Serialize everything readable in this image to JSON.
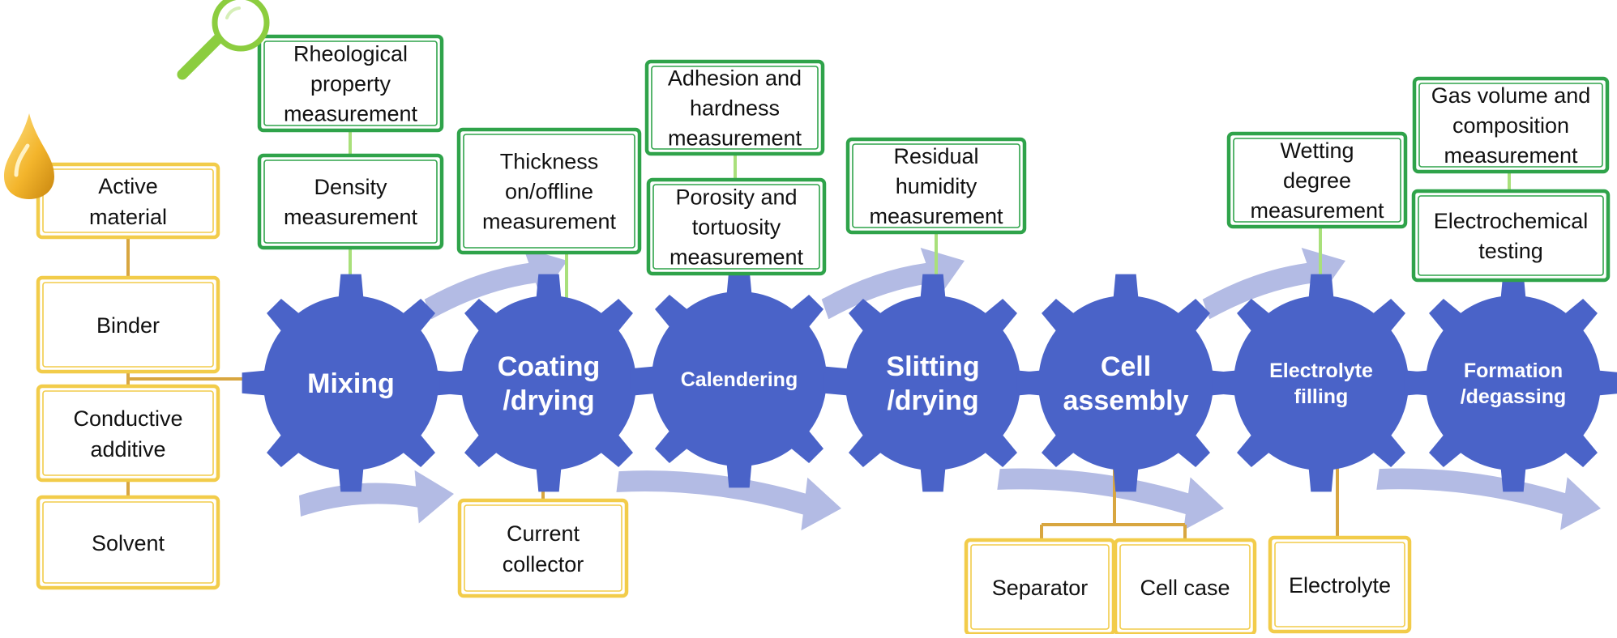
{
  "processes": [
    {
      "label": "Mixing",
      "lines": [
        "Mixing"
      ]
    },
    {
      "label": "Coating /drying",
      "lines": [
        "Coating",
        "/drying"
      ]
    },
    {
      "label": "Calendering",
      "lines": [
        "Calendering"
      ]
    },
    {
      "label": "Slitting /drying",
      "lines": [
        "Slitting",
        "/drying"
      ]
    },
    {
      "label": "Cell assembly",
      "lines": [
        "Cell",
        "assembly"
      ]
    },
    {
      "label": "Electrolyte filling",
      "lines": [
        "Electrolyte",
        "filling"
      ]
    },
    {
      "label": "Formation /degassing",
      "lines": [
        "Formation",
        "/degassing"
      ]
    }
  ],
  "raw_materials": [
    {
      "lines": [
        "Active",
        "material"
      ]
    },
    {
      "lines": [
        "Binder"
      ]
    },
    {
      "lines": [
        "Conductive",
        "additive"
      ]
    },
    {
      "lines": [
        "Solvent"
      ]
    }
  ],
  "inputs": [
    {
      "lines": [
        "Current",
        "collector"
      ]
    },
    {
      "lines": [
        "Separator"
      ]
    },
    {
      "lines": [
        "Cell case"
      ]
    },
    {
      "lines": [
        "Electrolyte"
      ]
    }
  ],
  "measurements": [
    {
      "lines": [
        "Rheological",
        "property",
        "measurement"
      ]
    },
    {
      "lines": [
        "Density",
        "measurement"
      ]
    },
    {
      "lines": [
        "Thickness",
        "on/offline",
        "measurement"
      ]
    },
    {
      "lines": [
        "Adhesion and",
        "hardness",
        "measurement"
      ]
    },
    {
      "lines": [
        "Porosity and",
        "tortuosity",
        "measurement"
      ]
    },
    {
      "lines": [
        "Residual",
        "humidity",
        "measurement"
      ]
    },
    {
      "lines": [
        "Wetting",
        "degree",
        "measurement"
      ]
    },
    {
      "lines": [
        "Gas volume and",
        "composition",
        "measurement"
      ]
    },
    {
      "lines": [
        "Electrochemical",
        "testing"
      ]
    }
  ],
  "icons": [
    "magnifier-icon",
    "droplet-icon"
  ],
  "colors": {
    "gear": "#4a63c8",
    "arrow": "#b3bbe4",
    "measurement_border": "#2fa34a",
    "material_border": "#f2cc4a",
    "measurement_connector": "#a9e07b",
    "material_connector": "#d8a640"
  }
}
